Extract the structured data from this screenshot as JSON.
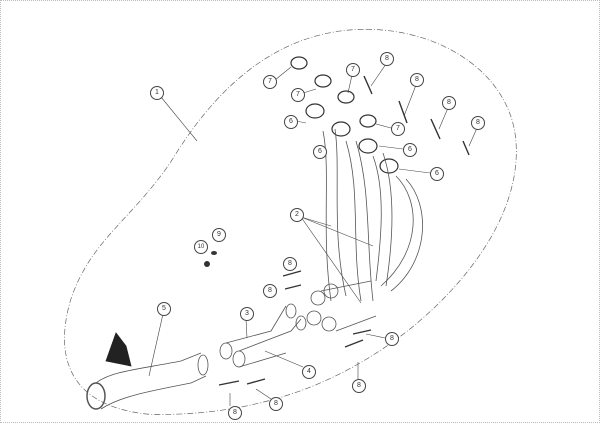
{
  "diagram": {
    "title": "Exhaust system exploded view",
    "callouts": [
      {
        "id": "c1",
        "label": "1"
      },
      {
        "id": "c2",
        "label": "2"
      },
      {
        "id": "c3",
        "label": "3"
      },
      {
        "id": "c4",
        "label": "4"
      },
      {
        "id": "c5",
        "label": "5"
      },
      {
        "id": "c6a",
        "label": "6"
      },
      {
        "id": "c6b",
        "label": "6"
      },
      {
        "id": "c6c",
        "label": "6"
      },
      {
        "id": "c6d",
        "label": "6"
      },
      {
        "id": "c7a",
        "label": "7"
      },
      {
        "id": "c7b",
        "label": "7"
      },
      {
        "id": "c7c",
        "label": "7"
      },
      {
        "id": "c7d",
        "label": "7"
      },
      {
        "id": "c8a",
        "label": "8"
      },
      {
        "id": "c8b",
        "label": "8"
      },
      {
        "id": "c8c",
        "label": "8"
      },
      {
        "id": "c8d",
        "label": "8"
      },
      {
        "id": "c8e",
        "label": "8"
      },
      {
        "id": "c8f",
        "label": "8"
      },
      {
        "id": "c8g",
        "label": "8"
      },
      {
        "id": "c8h",
        "label": "8"
      },
      {
        "id": "c8i",
        "label": "8"
      },
      {
        "id": "c8j",
        "label": "8"
      },
      {
        "id": "c9",
        "label": "9"
      },
      {
        "id": "c10",
        "label": "10"
      }
    ]
  }
}
